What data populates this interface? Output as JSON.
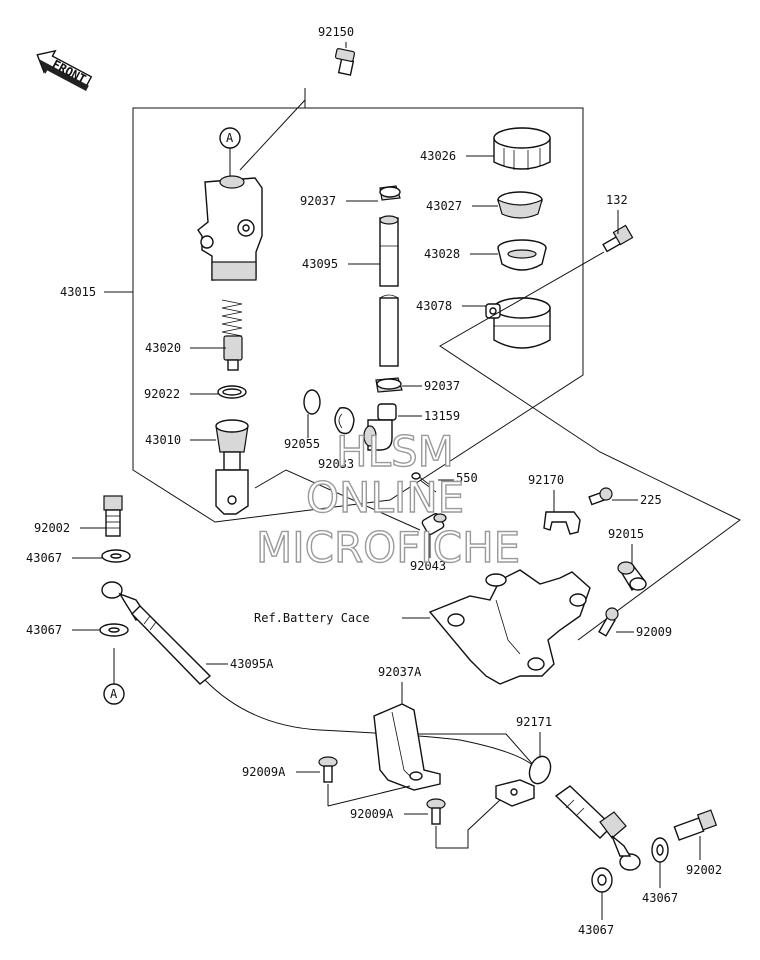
{
  "front_label": "FRONT",
  "callout_ref": "A",
  "reference_note": "Ref.Battery Cace",
  "watermark": {
    "line1": "HLSM",
    "line2": "ONLINE",
    "line3": "MICROFICHE"
  },
  "parts": {
    "p92150": "92150",
    "p43026": "43026",
    "p92037_top": "92037",
    "p43027": "43027",
    "p132": "132",
    "p43095": "43095",
    "p43028": "43028",
    "p43015": "43015",
    "p43078": "43078",
    "p43020": "43020",
    "p92037_mid": "92037",
    "p92022": "92022",
    "p13159": "13159",
    "p43010": "43010",
    "p92055": "92055",
    "p92033": "92033",
    "p550": "550",
    "p92170": "92170",
    "p225": "225",
    "p92002_left": "92002",
    "p92015": "92015",
    "p43067_a": "43067",
    "p92043": "92043",
    "p43067_b": "43067",
    "p92009": "92009",
    "p43095A": "43095A",
    "p92037A": "92037A",
    "p92171": "92171",
    "p92009A_a": "92009A",
    "p92009A_b": "92009A",
    "p92002_right": "92002",
    "p43067_c": "43067",
    "p43067_d": "43067"
  }
}
